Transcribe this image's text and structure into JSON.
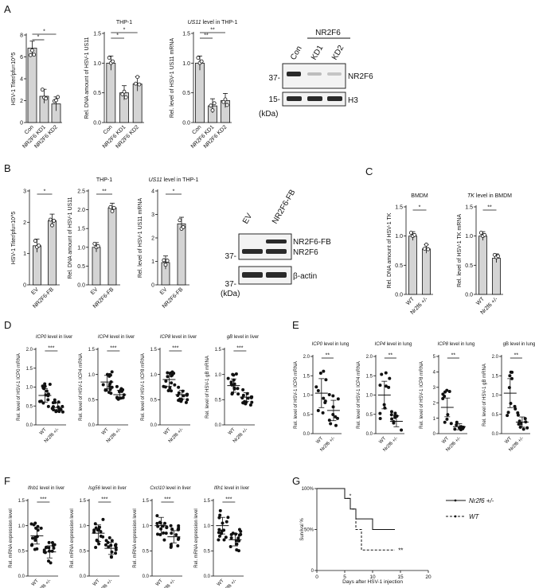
{
  "panels": {
    "A": {
      "letter": "A",
      "c1": {
        "ylabel": "HSV-1 Titer/pfu=10^5",
        "cats": [
          "Con",
          "NR2F6 KD1",
          "NR2F6 KD2"
        ],
        "ticks": [
          "0",
          "2",
          "4",
          "6",
          "8"
        ],
        "values": [
          6.8,
          2.4,
          1.7
        ],
        "sig": [
          "*",
          "*"
        ]
      },
      "c2": {
        "title": "THP-1",
        "ylabel": "Rel. DNA amount of HSV-1 US11",
        "cats": [
          "Con",
          "NR2F6 KD1",
          "NR2F6 KD2"
        ],
        "ticks": [
          "0.0",
          "0.5",
          "1.0",
          "1.5"
        ],
        "values": [
          1.0,
          0.5,
          0.65
        ],
        "sig": [
          "*",
          "*"
        ]
      },
      "c3": {
        "title_italic": "US11",
        "title_rest": " level in THP-1",
        "ylabel": "Rel. level of HSV-1 US11 mRNA",
        "cats": [
          "Con",
          "NR2F6 KD1",
          "NR2F6 KD2"
        ],
        "ticks": [
          "0.0",
          "0.5",
          "1.0",
          "1.5"
        ],
        "values": [
          1.0,
          0.28,
          0.37
        ],
        "sig": [
          "**",
          "**"
        ]
      },
      "blot": {
        "header": "NR2F6",
        "lanes": [
          "Con",
          "KD1",
          "KD2"
        ],
        "bands": [
          "NR2F6",
          "H3"
        ],
        "markers": [
          "37-",
          "15-"
        ],
        "unit": "(kDa)"
      }
    },
    "B": {
      "letter": "B",
      "c1": {
        "ylabel": "HSV-1 Titer/pfu=10^5",
        "cats": [
          "EV",
          "NR2F6-FB"
        ],
        "ticks": [
          "0",
          "1",
          "2",
          "3"
        ],
        "values": [
          1.25,
          2.05
        ],
        "sig": [
          "*"
        ]
      },
      "c2": {
        "title": "THP-1",
        "ylabel": "Rel. DNA amount of HSV-1 US11",
        "cats": [
          "EV",
          "NR2F6-FB"
        ],
        "ticks": [
          "0.0",
          "0.5",
          "1.0",
          "1.5",
          "2.0",
          "2.5"
        ],
        "values": [
          1.0,
          2.05
        ],
        "sig": [
          "**"
        ]
      },
      "c3": {
        "title_italic": "US11",
        "title_rest": " level in THP-1",
        "ylabel": "Rel. level of HSV-1 US11 mRNA",
        "cats": [
          "EV",
          "NR2F6-FB"
        ],
        "ticks": [
          "0",
          "1",
          "2",
          "3",
          "4"
        ],
        "values": [
          0.95,
          2.6
        ],
        "sig": [
          "*"
        ]
      },
      "blot": {
        "lanes": [
          "EV",
          "NR2F6-FB"
        ],
        "bands": [
          "NR2F6-FB",
          "NR2F6",
          "β-actin"
        ],
        "markers": [
          "37-",
          "37-"
        ],
        "unit": "(kDa)"
      }
    },
    "C": {
      "letter": "C",
      "c1": {
        "title": "BMDM",
        "ylabel": "Rel. DNA amount of HSV-1 TK",
        "cats": [
          "WT",
          "Nr2f6 +/-"
        ],
        "ticks": [
          "0.0",
          "0.5",
          "1.0",
          "1.5"
        ],
        "values": [
          1.0,
          0.78
        ],
        "sig": [
          "*"
        ]
      },
      "c2": {
        "title_italic": "TK",
        "title_rest": " level in BMDM",
        "ylabel": "Rel. level of HSV-1 TK mRNA",
        "cats": [
          "WT",
          "Nr2f6 +/-"
        ],
        "ticks": [
          "0.0",
          "0.5",
          "1.0",
          "1.5"
        ],
        "values": [
          1.0,
          0.62
        ],
        "sig": [
          "**"
        ]
      }
    },
    "D": {
      "letter": "D",
      "plots": [
        {
          "title_italic": "ICP0",
          "title_rest": " level in liver",
          "ylabel": "Rel. level of HSV-1 ICP0 mRNA",
          "cats": [
            "WT",
            "Nr2f6 +/-"
          ],
          "ticks": [
            "0.0",
            "0.5",
            "1.0",
            "1.5",
            "2.0"
          ],
          "means": [
            0.78,
            0.46
          ],
          "sig": "***"
        },
        {
          "title_italic": "ICP4",
          "title_rest": " level in liver",
          "ylabel": "Rel. level of HSV-1 ICP4 mRNA",
          "cats": [
            "WT",
            "Nr2f6 +/-"
          ],
          "ticks": [
            "0.0",
            "0.5",
            "1.0",
            "1.5"
          ],
          "means": [
            0.85,
            0.6
          ],
          "sig": "***"
        },
        {
          "title_italic": "ICP8",
          "title_rest": " level in liver",
          "ylabel": "Rel. level of HSV-1 ICP8 mRNA",
          "cats": [
            "WT",
            "Nr2f6 +/-"
          ],
          "ticks": [
            "0.0",
            "0.5",
            "1.0",
            "1.5"
          ],
          "means": [
            0.9,
            0.6
          ],
          "sig": "***"
        },
        {
          "title_italic": "gB",
          "title_rest": " level in liver",
          "ylabel": "Rel. level of HSV-1 gB mRNA",
          "cats": [
            "WT",
            "Nr2f6 +/-"
          ],
          "ticks": [
            "0.0",
            "0.5",
            "1.0",
            "1.5"
          ],
          "means": [
            0.78,
            0.55
          ],
          "sig": "***"
        }
      ]
    },
    "E": {
      "letter": "E",
      "plots": [
        {
          "title_italic": "ICP0",
          "title_rest": " level in lung",
          "ylabel": "Rel. level of HSV-1 ICP0 mRNA",
          "cats": [
            "WT",
            "Nr2f6 +/-"
          ],
          "ticks": [
            "0.0",
            "0.5",
            "1.0",
            "1.5",
            "2.0"
          ],
          "means": [
            1.05,
            0.6
          ],
          "sig": "**"
        },
        {
          "title_italic": "ICP4",
          "title_rest": " level in lung",
          "ylabel": "Rel. level of HSV-1 ICP4 mRNA",
          "cats": [
            "WT",
            "Nr2f6 +/-"
          ],
          "ticks": [
            "0.0",
            "0.5",
            "1.0",
            "1.5",
            "2.0"
          ],
          "means": [
            1.0,
            0.32
          ],
          "sig": "**"
        },
        {
          "title_italic": "ICP8",
          "title_rest": " level in lung",
          "ylabel": "Rel. level of HSV-1 ICP8 mRNA",
          "cats": [
            "WT",
            "Nr2f6 +/-"
          ],
          "ticks": [
            "0",
            "1",
            "2",
            "3",
            "4",
            "5"
          ],
          "means": [
            1.7,
            0.45
          ],
          "sig": "**"
        },
        {
          "title_italic": "",
          "title_rest": "gB level in lung",
          "ylabel": "Rel. level of HSV-1 gB mRNA",
          "cats": [
            "WT",
            "Nr2f6 +/-"
          ],
          "ticks": [
            "0.0",
            "0.5",
            "1.0",
            "1.5",
            "2.0"
          ],
          "means": [
            1.05,
            0.3
          ],
          "sig": "**"
        }
      ]
    },
    "F": {
      "letter": "F",
      "plots": [
        {
          "title_italic": "Ifnb1",
          "title_rest": " level in liver",
          "ylabel": "Rel. mRNA expression level",
          "cats": [
            "WT",
            "Nr2f6 +/-"
          ],
          "ticks": [
            "0.0",
            "0.5",
            "1.0",
            "1.5"
          ],
          "means": [
            0.8,
            0.48
          ],
          "sig": "***"
        },
        {
          "title_italic": "Isg56",
          "title_rest": " level in liver",
          "ylabel": "Rel. mRNA expression level",
          "cats": [
            "WT",
            "Nr2f6 +/-"
          ],
          "ticks": [
            "0.0",
            "0.5",
            "1.0",
            "1.5"
          ],
          "means": [
            0.85,
            0.55
          ],
          "sig": "***"
        },
        {
          "title_italic": "Cxcl10",
          "title_rest": " level in liver",
          "ylabel": "Rel. mRNA expression level",
          "cats": [
            "WT",
            "Nr2f6 +/-"
          ],
          "ticks": [
            "0.0",
            "0.5",
            "1.0",
            "1.5"
          ],
          "means": [
            1.0,
            0.78
          ],
          "sig": "***"
        },
        {
          "title_italic": "Ifih1",
          "title_rest": " level in liver",
          "ylabel": "Rel. mRNA expression level",
          "cats": [
            "WT",
            "Nr2f6 +/-"
          ],
          "ticks": [
            "0.0",
            "0.5",
            "1.0",
            "1.5"
          ],
          "means": [
            1.0,
            0.72
          ],
          "sig": "***"
        }
      ]
    },
    "G": {
      "letter": "G",
      "ylabel": "Survival %",
      "xlabel": "Days after HSV-1 injection",
      "yticks": [
        "0",
        "50%",
        "100%"
      ],
      "xticks": [
        "0",
        "5",
        "10",
        "15",
        "20"
      ],
      "legend": [
        {
          "name": "Nr2f6 +/-",
          "style": "solid"
        },
        {
          "name": "WT",
          "style": "dashed"
        }
      ],
      "sig": "**"
    }
  },
  "chart_data": [
    {
      "type": "bar",
      "panel": "A",
      "categories": [
        "Con",
        "NR2F6 KD1",
        "NR2F6 KD2"
      ],
      "values": [
        6.8,
        2.4,
        1.7
      ],
      "ylabel": "HSV-1 Titer/pfu=10^5",
      "ylim": [
        0,
        8
      ]
    },
    {
      "type": "bar",
      "panel": "A",
      "title": "THP-1",
      "categories": [
        "Con",
        "NR2F6 KD1",
        "NR2F6 KD2"
      ],
      "values": [
        1.0,
        0.5,
        0.65
      ],
      "ylabel": "Rel. DNA amount of HSV-1 US11",
      "ylim": [
        0,
        1.5
      ]
    },
    {
      "type": "bar",
      "panel": "A",
      "title": "US11 level in THP-1",
      "categories": [
        "Con",
        "NR2F6 KD1",
        "NR2F6 KD2"
      ],
      "values": [
        1.0,
        0.28,
        0.37
      ],
      "ylabel": "Rel. level of HSV-1 US11 mRNA",
      "ylim": [
        0,
        1.5
      ]
    },
    {
      "type": "bar",
      "panel": "B",
      "categories": [
        "EV",
        "NR2F6-FB"
      ],
      "values": [
        1.25,
        2.05
      ],
      "ylabel": "HSV-1 Titer/pfu=10^5",
      "ylim": [
        0,
        3
      ]
    },
    {
      "type": "bar",
      "panel": "B",
      "title": "THP-1",
      "categories": [
        "EV",
        "NR2F6-FB"
      ],
      "values": [
        1.0,
        2.05
      ],
      "ylabel": "Rel. DNA amount of HSV-1 US11",
      "ylim": [
        0,
        2.5
      ]
    },
    {
      "type": "bar",
      "panel": "B",
      "title": "US11 level in THP-1",
      "categories": [
        "EV",
        "NR2F6-FB"
      ],
      "values": [
        0.95,
        2.6
      ],
      "ylabel": "Rel. level of HSV-1 US11 mRNA",
      "ylim": [
        0,
        4
      ]
    },
    {
      "type": "bar",
      "panel": "C",
      "title": "BMDM",
      "categories": [
        "WT",
        "Nr2f6 +/-"
      ],
      "values": [
        1.0,
        0.78
      ],
      "ylabel": "Rel. DNA amount of HSV-1 TK",
      "ylim": [
        0,
        1.5
      ]
    },
    {
      "type": "bar",
      "panel": "C",
      "title": "TK level in BMDM",
      "categories": [
        "WT",
        "Nr2f6 +/-"
      ],
      "values": [
        1.0,
        0.62
      ],
      "ylabel": "Rel. level of HSV-1 TK mRNA",
      "ylim": [
        0,
        1.5
      ]
    },
    {
      "type": "line",
      "panel": "G",
      "xlabel": "Days after HSV-1 injection",
      "ylabel": "Survival %",
      "xlim": [
        0,
        20
      ],
      "ylim": [
        0,
        100
      ],
      "series": [
        {
          "name": "Nr2f6 +/-",
          "x": [
            0,
            5,
            5,
            6,
            6,
            7,
            7,
            10,
            10,
            14
          ],
          "y": [
            100,
            100,
            88,
            88,
            75,
            75,
            63,
            63,
            50,
            50
          ]
        },
        {
          "name": "WT",
          "x": [
            0,
            5,
            5,
            6,
            6,
            7,
            7,
            8,
            8,
            14
          ],
          "y": [
            100,
            100,
            88,
            88,
            75,
            75,
            50,
            50,
            25,
            25
          ]
        }
      ]
    }
  ]
}
